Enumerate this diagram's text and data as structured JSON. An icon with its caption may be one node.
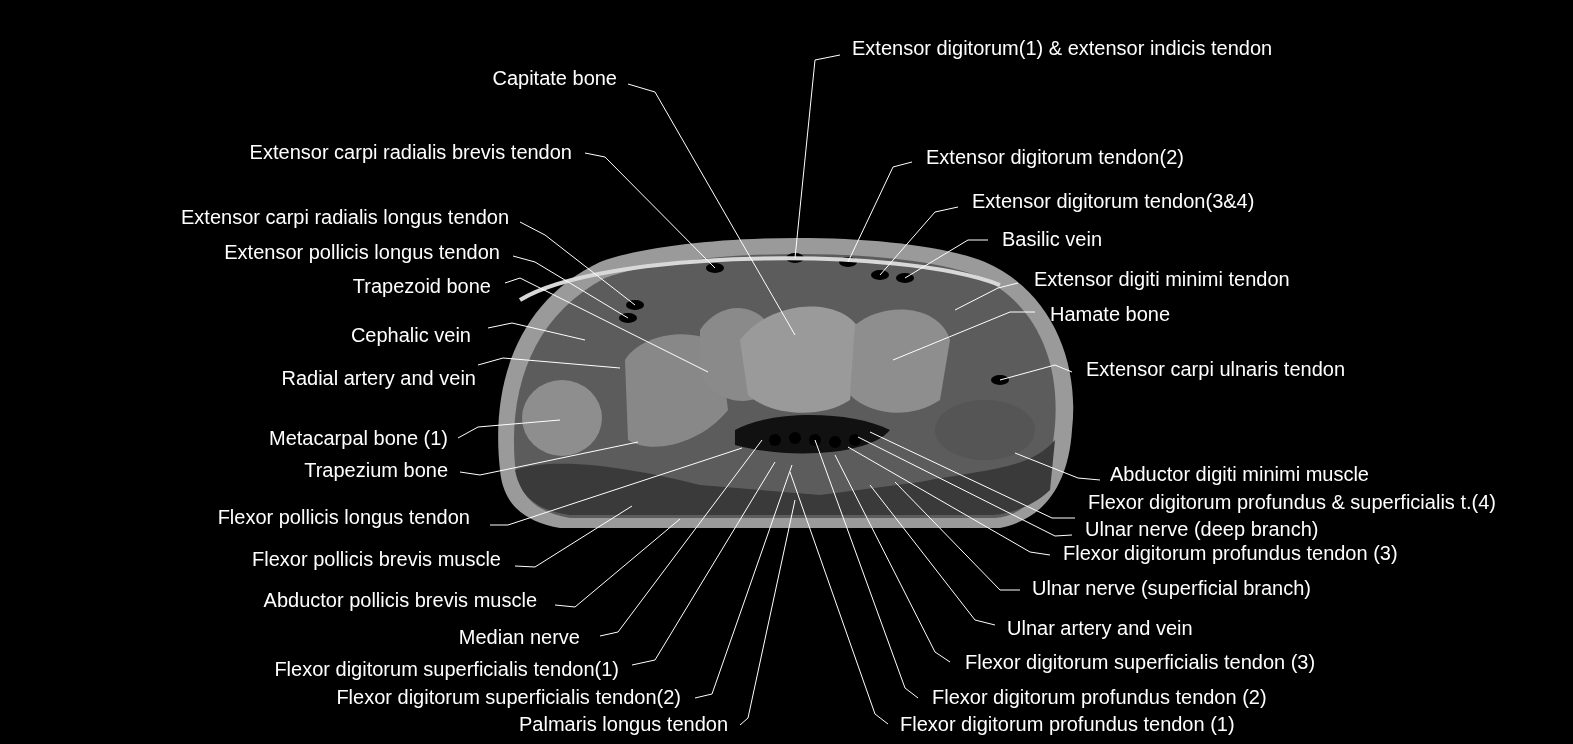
{
  "diagram": {
    "nodes": [
      {
        "text": [
          "Capitate bone"
        ]
      },
      {
        "text": [
          "Extensor carpi radialis brevis tendon"
        ]
      },
      {
        "text": [
          "Extensor carpi radialis longus tendon"
        ]
      },
      {
        "text": [
          "Extensor pollicis longus tendon"
        ]
      },
      {
        "text": [
          "Trapezoid bone"
        ]
      },
      {
        "text": [
          "Cephalic vein"
        ]
      },
      {
        "text": [
          "Radial artery and vein"
        ]
      },
      {
        "text": [
          "Metacarpal bone (1)"
        ]
      },
      {
        "text": [
          "Trapezium bone"
        ]
      },
      {
        "text": [
          "Flexor pollicis longus tendon"
        ]
      },
      {
        "text": [
          "Flexor pollicis brevis muscle"
        ]
      },
      {
        "text": [
          "Abductor pollicis brevis muscle"
        ]
      },
      {
        "text": [
          "Median nerve"
        ]
      },
      {
        "text": [
          "Flexor digitorum superficialis tendon(1)"
        ]
      },
      {
        "text": [
          "Flexor digitorum superficialis tendon(2)"
        ]
      },
      {
        "text": [
          "Palmaris longus tendon"
        ]
      },
      {
        "text": [
          "Extensor digitorum(1) & extensor indicis tendon"
        ]
      },
      {
        "text": [
          "Extensor digitorum tendon(2)"
        ]
      },
      {
        "text": [
          "Extensor digitorum tendon(3&4)"
        ]
      },
      {
        "text": [
          "Basilic vein"
        ]
      },
      {
        "text": [
          "Extensor digiti minimi tendon"
        ]
      },
      {
        "text": [
          "Hamate bone"
        ]
      },
      {
        "text": [
          "Extensor carpi ulnaris tendon"
        ]
      },
      {
        "text": [
          "Abductor digiti minimi muscle"
        ]
      },
      {
        "text": [
          "Flexor digitorum profundus & superficialis t.(4)"
        ]
      },
      {
        "text": [
          "Ulnar nerve (deep branch)"
        ]
      },
      {
        "text": [
          "Flexor digitorum profundus tendon (3)"
        ]
      },
      {
        "text": [
          "Ulnar nerve (superficial branch)"
        ]
      },
      {
        "text": [
          "Ulnar artery and vein"
        ]
      },
      {
        "text": [
          "Flexor digitorum superficialis tendon (3)"
        ]
      },
      {
        "text": [
          "Flexor digitorum profundus tendon (2)"
        ]
      },
      {
        "text": [
          "Flexor digitorum profundus tendon (1)"
        ]
      }
    ],
    "edges": [
      {
        "from": 0,
        "to": null,
        "arrow": "none"
      },
      {
        "from": 1,
        "to": null,
        "arrow": "none"
      },
      {
        "from": 2,
        "to": null,
        "arrow": "none"
      },
      {
        "from": 3,
        "to": null,
        "arrow": "none"
      },
      {
        "from": 4,
        "to": null,
        "arrow": "none"
      },
      {
        "from": 5,
        "to": null,
        "arrow": "none"
      },
      {
        "from": 6,
        "to": null,
        "arrow": "none"
      },
      {
        "from": 7,
        "to": null,
        "arrow": "none"
      },
      {
        "from": 8,
        "to": null,
        "arrow": "none"
      },
      {
        "from": 9,
        "to": null,
        "arrow": "none"
      },
      {
        "from": 10,
        "to": null,
        "arrow": "none"
      },
      {
        "from": 11,
        "to": null,
        "arrow": "none"
      },
      {
        "from": 12,
        "to": null,
        "arrow": "none"
      },
      {
        "from": 13,
        "to": null,
        "arrow": "none"
      },
      {
        "from": 14,
        "to": null,
        "arrow": "none"
      },
      {
        "from": 15,
        "to": null,
        "arrow": "none"
      },
      {
        "from": 16,
        "to": null,
        "arrow": "none"
      },
      {
        "from": 17,
        "to": null,
        "arrow": "none"
      },
      {
        "from": 18,
        "to": null,
        "arrow": "none"
      },
      {
        "from": 19,
        "to": null,
        "arrow": "none"
      },
      {
        "from": 20,
        "to": null,
        "arrow": "none"
      },
      {
        "from": 21,
        "to": null,
        "arrow": "none"
      },
      {
        "from": 22,
        "to": null,
        "arrow": "none"
      },
      {
        "from": 23,
        "to": null,
        "arrow": "none"
      },
      {
        "from": 24,
        "to": null,
        "arrow": "none"
      },
      {
        "from": 25,
        "to": null,
        "arrow": "none"
      },
      {
        "from": 26,
        "to": null,
        "arrow": "none"
      },
      {
        "from": 27,
        "to": null,
        "arrow": "none"
      },
      {
        "from": 28,
        "to": null,
        "arrow": "none"
      },
      {
        "from": 29,
        "to": null,
        "arrow": "none"
      },
      {
        "from": 30,
        "to": null,
        "arrow": "none"
      },
      {
        "from": 31,
        "to": null,
        "arrow": "none"
      }
    ]
  }
}
